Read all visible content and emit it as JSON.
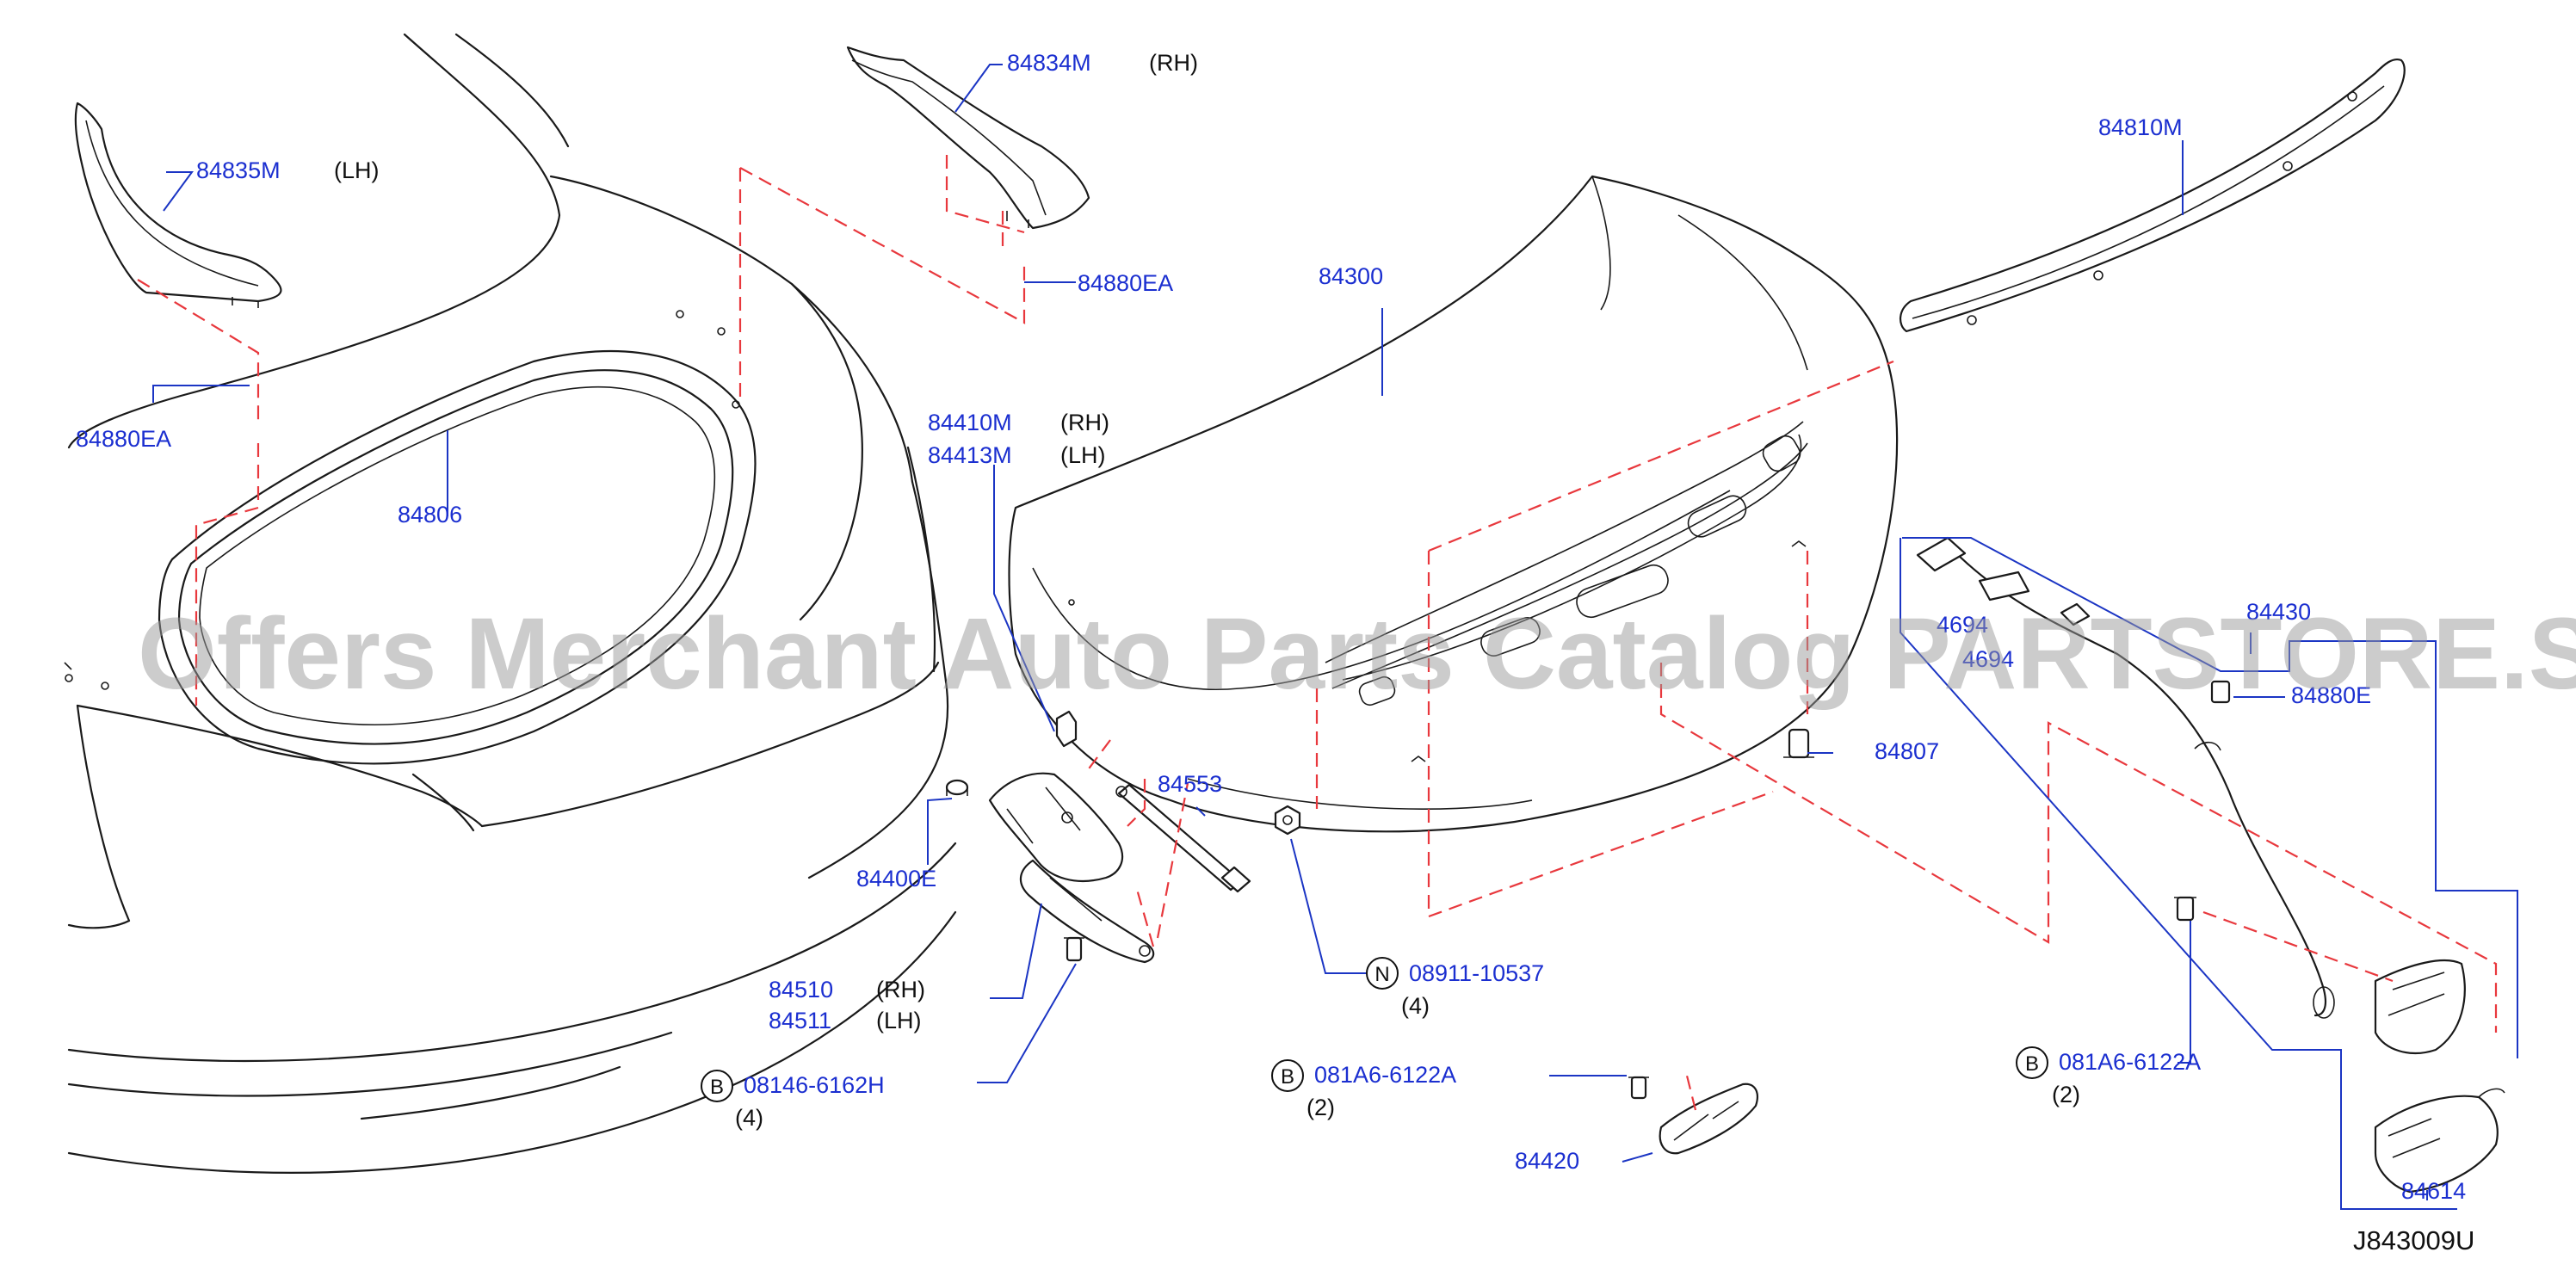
{
  "diagram_code": "J843009U",
  "watermark": "Offers Merchant Auto Parts Catalog PARTSTORE.SA",
  "parts": {
    "p84835M": "84835M",
    "p84835M_note": "(LH)",
    "p84834M": "84834M",
    "p84834M_note": "(RH)",
    "p84880EA_left": "84880EA",
    "p84880EA_top": "84880EA",
    "p84806": "84806",
    "p84300": "84300",
    "p84810M": "84810M",
    "p84410M": "84410M",
    "p84410M_note": "(RH)",
    "p84413M": "84413M",
    "p84413M_note": "(LH)",
    "p84553": "84553",
    "p84400E": "84400E",
    "p84510": "84510",
    "p84510_note": "(RH)",
    "p84511": "84511",
    "p84511_note": "(LH)",
    "p08146": "08146-6162H",
    "p08146_qty": "(4)",
    "p08911": "08911-10537",
    "p08911_qty": "(4)",
    "p081A6_mid": "081A6-6122A",
    "p081A6_mid_qty": "(2)",
    "p081A6_right": "081A6-6122A",
    "p081A6_right_qty": "(2)",
    "p84420": "84420",
    "p84807": "84807",
    "p84430": "84430",
    "p84880E": "84880E",
    "p84614": "84614",
    "p46941": "4694",
    "p46941b": "4694"
  },
  "fastener_codes": {
    "bolt": "B",
    "nut": "N"
  }
}
